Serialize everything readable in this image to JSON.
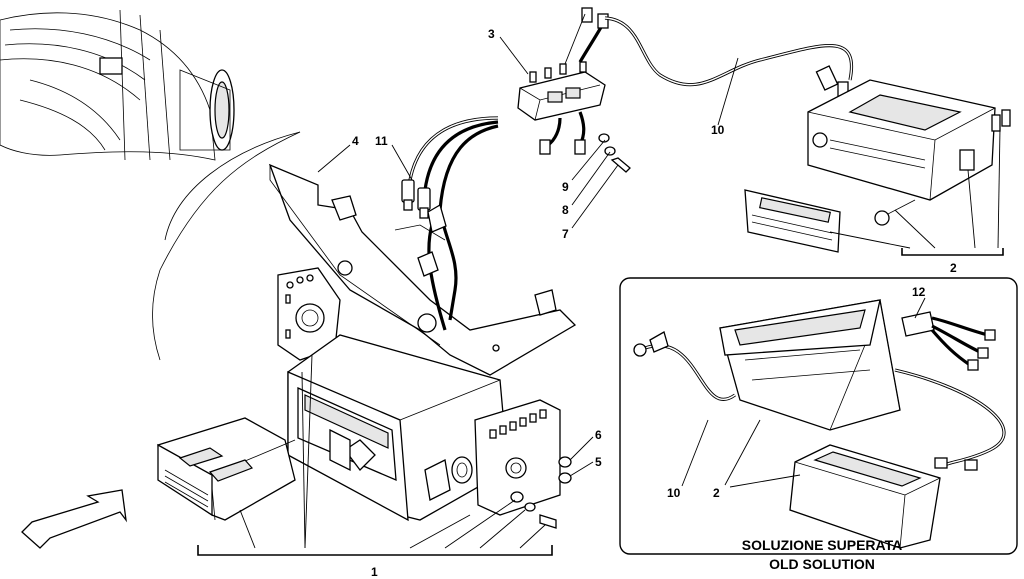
{
  "callouts": {
    "c1": "1",
    "c2_top": "2",
    "c2_inset": "2",
    "c3": "3",
    "c4": "4",
    "c5": "5",
    "c6": "6",
    "c7": "7",
    "c8": "8",
    "c9": "9",
    "c10_top": "10",
    "c10_inset": "10",
    "c11": "11",
    "c12": "12"
  },
  "inset": {
    "caption_line1": "SOLUZIONE SUPERATA",
    "caption_line2": "OLD SOLUTION"
  },
  "icons": {
    "direction_arrow": "direction-arrow-icon"
  }
}
